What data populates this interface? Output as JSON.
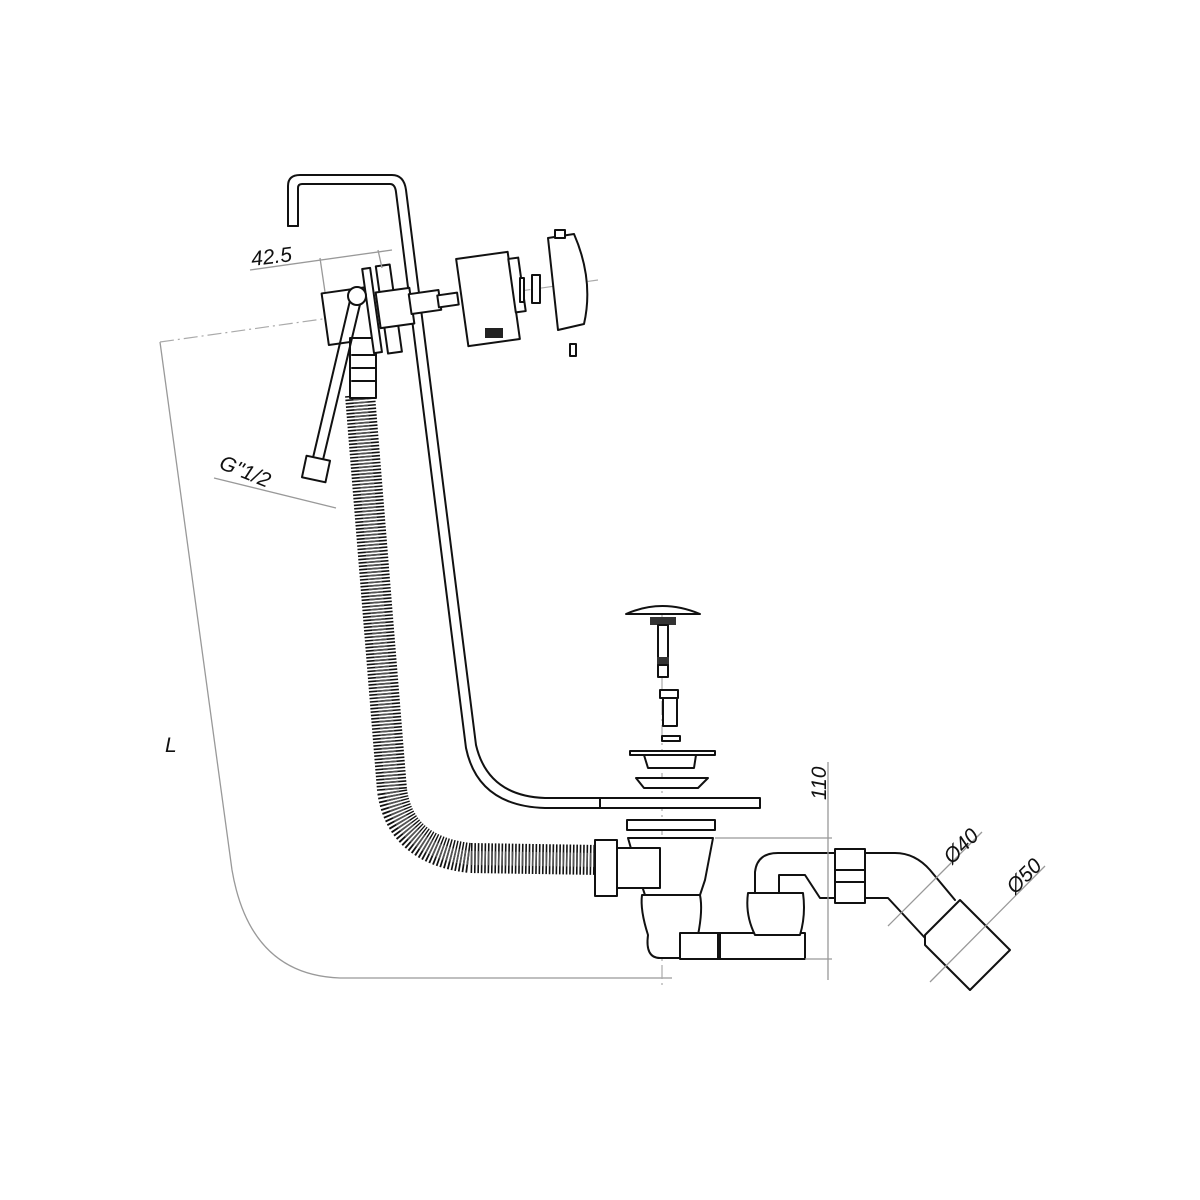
{
  "dimensions": {
    "overflow_offset": "42.5",
    "thread": "G\"1/2",
    "length": "L",
    "height": "110",
    "outlet_inner": "Ø40",
    "outlet_outer": "Ø50"
  },
  "colors": {
    "line": "#111111",
    "dimension": "#999999"
  }
}
